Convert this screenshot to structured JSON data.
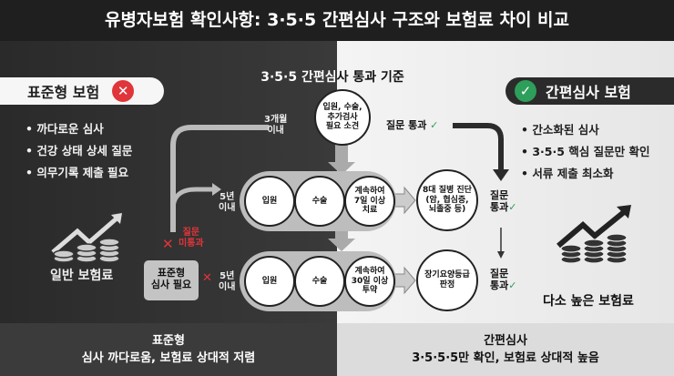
{
  "title": "유병자보험 확인사항: 3·5·5 간편심사 구조와 보험료 차이 비교",
  "left": {
    "heading": "표준형 보험",
    "bullets": [
      "까다로운 심사",
      "건강 상태 상세 질문",
      "의무기록 제출 필요"
    ],
    "premium": "일반 보험료",
    "fail_label_1": "질문",
    "fail_label_2": "미통과",
    "standard_box_1": "표준형",
    "standard_box_2": "심사 필요"
  },
  "right": {
    "heading": "간편심사 보험",
    "bullets": [
      "간소화된 심사",
      "3·5·5 핵심 질문만 확인",
      "서류 제출 최소화"
    ],
    "premium": "다소 높은 보험료"
  },
  "center": {
    "heading": "3·5·5 간편심사 통과 기준",
    "period_3m_1": "3개월",
    "period_3m_2": "이내",
    "top_circle": [
      "입원, 수술,",
      "추가검사",
      "필요 소견"
    ],
    "period_5y_1": "5년",
    "period_5y_2": "이내",
    "row1": {
      "c1": "입원",
      "c2": "수술",
      "c3": [
        "계속하여",
        "7일 이상",
        "치료"
      ],
      "result": [
        "8대 질병 진단",
        "(암, 협심증,",
        "뇌졸중 등)"
      ]
    },
    "row2": {
      "c1": "입원",
      "c2": "수술",
      "c3": [
        "계속하여",
        "30일 이상",
        "투약"
      ],
      "result": [
        "장기요양등급",
        "판정"
      ]
    },
    "pass_top": "질문 통과",
    "pass_1": "질문",
    "pass_2": "통과"
  },
  "bottom": {
    "left_title": "표준형",
    "left_desc": "심사 까다로움, 보험료 상대적 저렴",
    "right_title": "간편심사",
    "right_desc": "3·5·5·5만 확인, 보험료 상대적 높음"
  },
  "colors": {
    "fail": "#e0353a",
    "pass": "#2e9e5b",
    "dark": "#2b2b2b"
  }
}
